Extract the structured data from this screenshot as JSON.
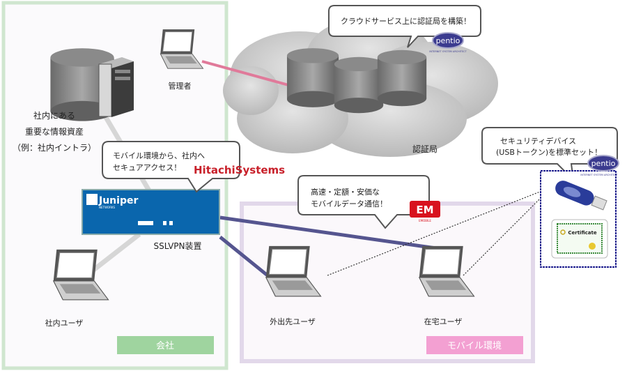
{
  "cloud": {
    "bubble": "クラウドサービス上に認証局を構築！",
    "label": "認証局",
    "logo": "pentio",
    "logo_sub": "INTERNET SYSTEM ARCHITECT"
  },
  "company": {
    "assets_line1": "社内にある",
    "assets_line2": "重要な情報資産",
    "assets_line3": "（例：社内イントラ）",
    "admin": "管理者",
    "bubble_line1": "モバイル環境から、社内へ",
    "bubble_line2": "セキュアアクセス！",
    "vendor": "HitachiSystems",
    "device_brand": "Juniper",
    "device_brand_sub": "NETWORKS",
    "device_label": "SSLVPN装置",
    "user": "社内ユーザ",
    "region_label": "会社"
  },
  "mobile": {
    "bubble_line1": "高速・定額・安価な",
    "bubble_line2": "モバイルデータ通信！",
    "carrier_logo": "EM",
    "carrier_sub": "EMOBILE",
    "user_out": "外出先ユーザ",
    "user_home": "在宅ユーザ",
    "region_label": "モバイル環境"
  },
  "token": {
    "bubble_line1": "セキュリティデバイス",
    "bubble_line2": "(USBトークン)を標準セット！",
    "logo": "pentio",
    "logo_sub": "INTERNET SYSTEM ARCHITECT",
    "certificate": "Certificate"
  },
  "colors": {
    "company_region": "#9fd49f",
    "mobile_region": "#f3a0d2",
    "juniper_blue": "#0a66ad",
    "vpn_line": "#55558f",
    "admin_line": "#e07a9a",
    "token_border": "#1a1a8c"
  }
}
